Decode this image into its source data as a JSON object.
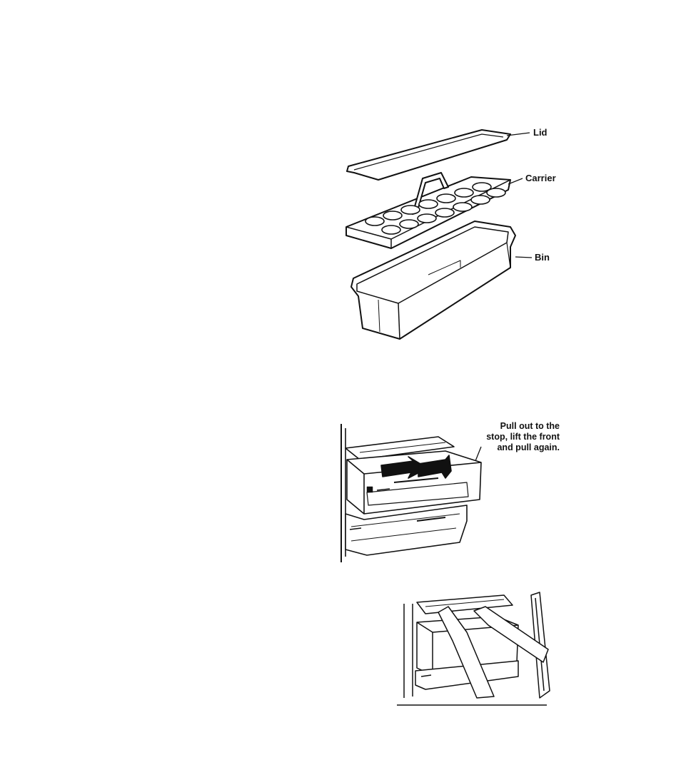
{
  "figure_egg_bin": {
    "callouts": {
      "lid": "Lid",
      "carrier": "Carrier",
      "bin": "Bin"
    }
  },
  "figure_drawer_removal": {
    "instruction_lines": [
      "Pull out to the",
      "stop, lift the front",
      "and pull again."
    ]
  },
  "figure_drawer_hands": {}
}
